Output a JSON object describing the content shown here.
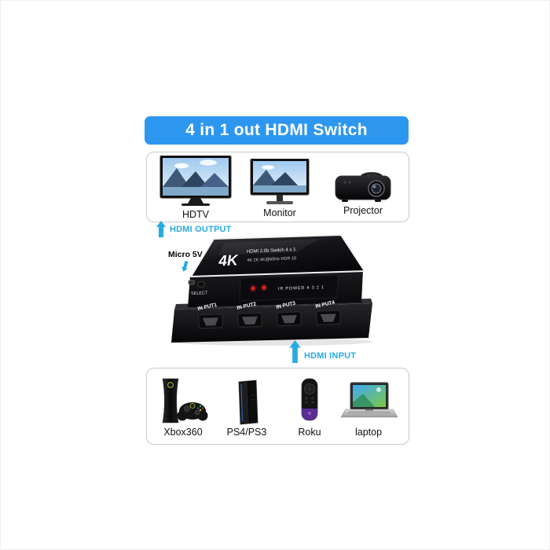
{
  "title_banner": {
    "text": "4 in 1 out HDMI Switch"
  },
  "colors": {
    "banner_blue": "#2d97f0",
    "arrow_blue": "#29abe2"
  },
  "output_section": {
    "arrow_label": "HDMI OUTPUT",
    "devices": [
      {
        "name": "HDTV"
      },
      {
        "name": "Monitor"
      },
      {
        "name": "Projector"
      }
    ]
  },
  "switch_device": {
    "logo": "4K",
    "top_text_line1": "HDMI 2.0b Switch 4 x 1",
    "top_text_line2": "4K 2K 4K@60Hz HDR 10",
    "power_label": "Micro 5V",
    "select_label": "SELECT",
    "front_panel_label": "IR POWER 4 3 2 1",
    "ports": [
      "IN PUT1",
      "IN PUT2",
      "IN PUT3",
      "IN PUT4"
    ]
  },
  "input_section": {
    "arrow_label": "HDMI INPUT",
    "devices": [
      {
        "name": "Xbox360"
      },
      {
        "name": "PS4/PS3"
      },
      {
        "name": "Roku"
      },
      {
        "name": "laptop"
      }
    ]
  }
}
